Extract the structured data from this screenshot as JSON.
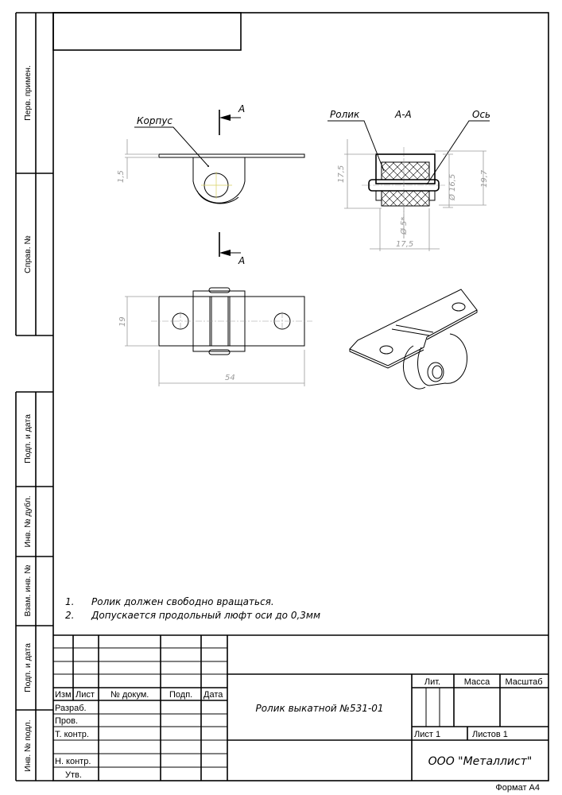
{
  "side_strip": {
    "first_use": "Перв. примен.",
    "ref_no": "Справ. №",
    "sign_date_1": "Подп. и дата",
    "dup_inv": "Инв. № дубл.",
    "replace_inv": "Взам. инв. №",
    "sign_date_2": "Подп. и дата",
    "orig_inv": "Инв. № подл."
  },
  "drawing": {
    "label_body": "Корпус",
    "label_roller": "Ролик",
    "label_axle": "Ось",
    "section_title": "А-А",
    "section_mark": "А",
    "dims": {
      "thickness": "1,5",
      "height_outer": "17,5",
      "diam_roller": "Ø 16,5",
      "height_total": "19,7",
      "diam_axle": "Ø 5*",
      "width_roller": "17,5",
      "plate_width": "19",
      "plate_length": "54"
    }
  },
  "notes": [
    {
      "num": "1.",
      "text": "Ролик должен свободно вращаться."
    },
    {
      "num": "2.",
      "text": "Допускается продольный люфт оси до 0,3мм"
    }
  ],
  "title_block": {
    "headers": {
      "izm": "Изм",
      "list": "Лист",
      "doc_no": "№ докум.",
      "sign": "Подп.",
      "date": "Дата"
    },
    "roles": {
      "developer": "Разраб.",
      "checker": "Пров.",
      "tech_control": "Т. контр.",
      "norm_control": "Н. контр.",
      "approved": "Утв."
    },
    "title": "Ролик выкатной №531-01",
    "lit": "Лит.",
    "mass": "Масса",
    "scale": "Масштаб",
    "sheet": "Лист 1",
    "sheets": "Листов 1",
    "company": "ООО \"Металлист\"",
    "format": "Формат А4"
  }
}
